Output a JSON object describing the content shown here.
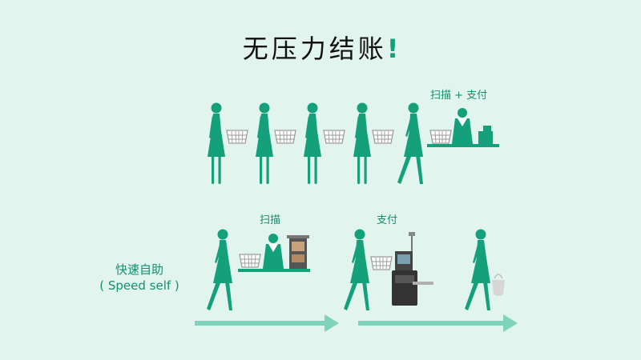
{
  "title": {
    "text": "无压力结账",
    "exclaim": "!"
  },
  "colors": {
    "background": "#e2f4ee",
    "figure": "#14a07a",
    "accent": "#13906d",
    "arrow": "#7fd3b8",
    "basket": "#9a9a9a",
    "machine": "#555555"
  },
  "row1": {
    "label": "扫描 + 支付"
  },
  "row2": {
    "label_main": "快速自助",
    "label_sub": "( Speed self )",
    "scan_label": "扫描",
    "pay_label": "支付"
  }
}
